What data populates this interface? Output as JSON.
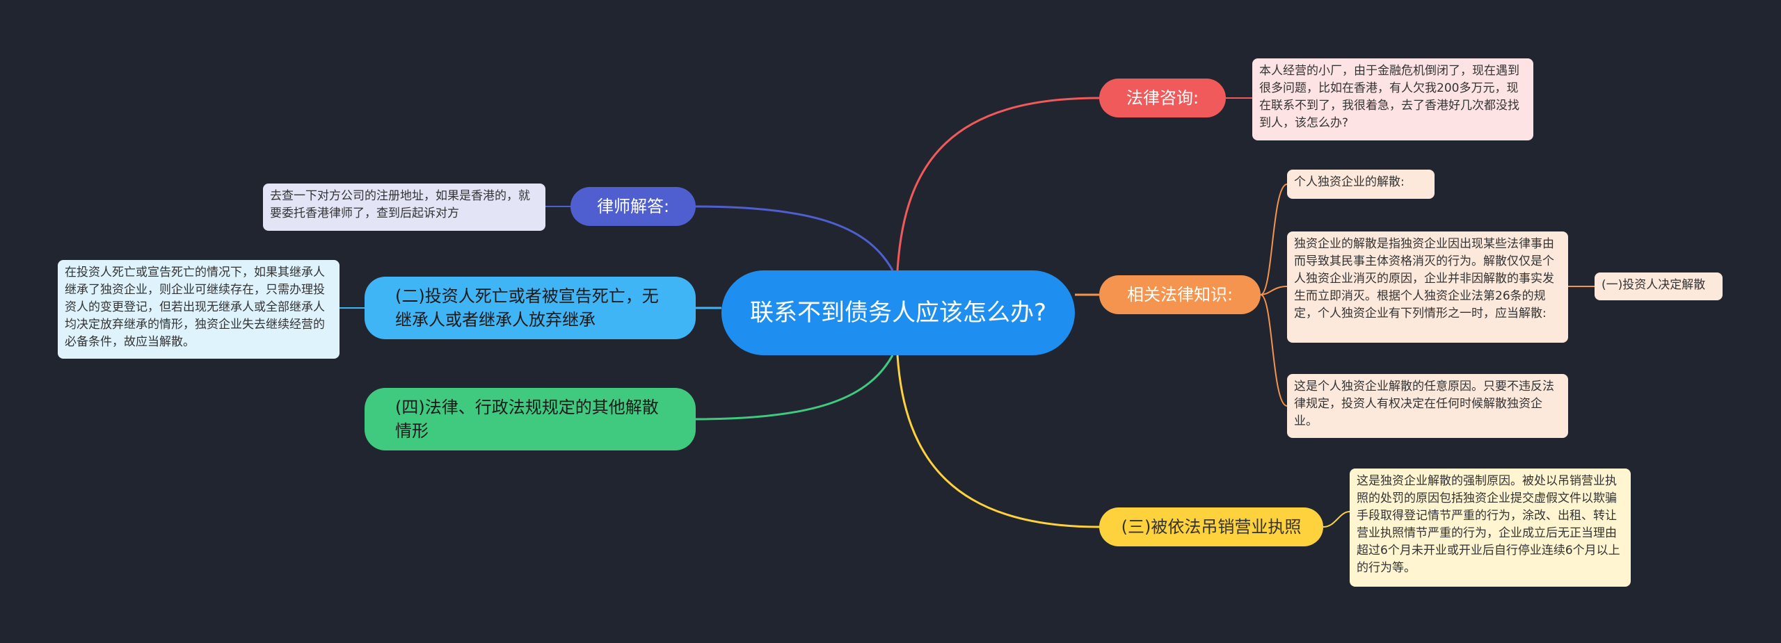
{
  "root": {
    "text": "联系不到债务人应该怎么办?"
  },
  "branches": {
    "legal_consult": {
      "label": "法律咨询:",
      "detail": "本人经营的小厂，由于金融危机倒闭了，现在遇到很多问题，比如在香港，有人欠我200多万元，现在联系不到了，我很着急，去了香港好几次都没找到人，该怎么办?",
      "color": "#f15a5a"
    },
    "related_law": {
      "label": "相关法律知识:",
      "color": "#f5944e",
      "items": [
        "个人独资企业的解散:",
        "独资企业的解散是指独资企业因出现某些法律事由而导致其民事主体资格消灭的行为。解散仅仅是个人独资企业消灭的原因，企业并非因解散的事实发生而立即消灭。根据个人独资企业法第26条的规定，个人独资企业有下列情形之一时，应当解散:",
        "这是个人独资企业解散的任意原因。只要不违反法律规定，投资人有权决定在任何时候解散独资企业。"
      ],
      "sub_item": "(一)投资人决定解散"
    },
    "revoked_license": {
      "label": "(三)被依法吊销营业执照",
      "detail": "这是独资企业解散的强制原因。被处以吊销营业执照的处罚的原因包括独资企业提交虚假文件以欺骗手段取得登记情节严重的行为，涂改、出租、转让营业执照情节严重的行为，企业成立后无正当理由超过6个月未开业或开业后自行停业连续6个月以上的行为等。",
      "color": "#fdd23d"
    },
    "lawyer_answer": {
      "label": "律师解答:",
      "detail": "去查一下对方公司的注册地址，如果是香港的，就要委托香港律师了，查到后起诉对方",
      "color": "#4f5fcf"
    },
    "investor_death": {
      "label": "(二)投资人死亡或者被宣告死亡，无继承人或者继承人放弃继承",
      "detail": "在投资人死亡或宣告死亡的情况下，如果其继承人继承了独资企业，则企业可继续存在，只需办理投资人的变更登记，但若出现无继承人或全部继承人均决定放弃继承的情形，独资企业失去继续经营的必备条件，故应当解散。",
      "color": "#3fb5f5"
    },
    "other_cases": {
      "label": "(四)法律、行政法规规定的其他解散情形",
      "color": "#3fca80"
    }
  }
}
